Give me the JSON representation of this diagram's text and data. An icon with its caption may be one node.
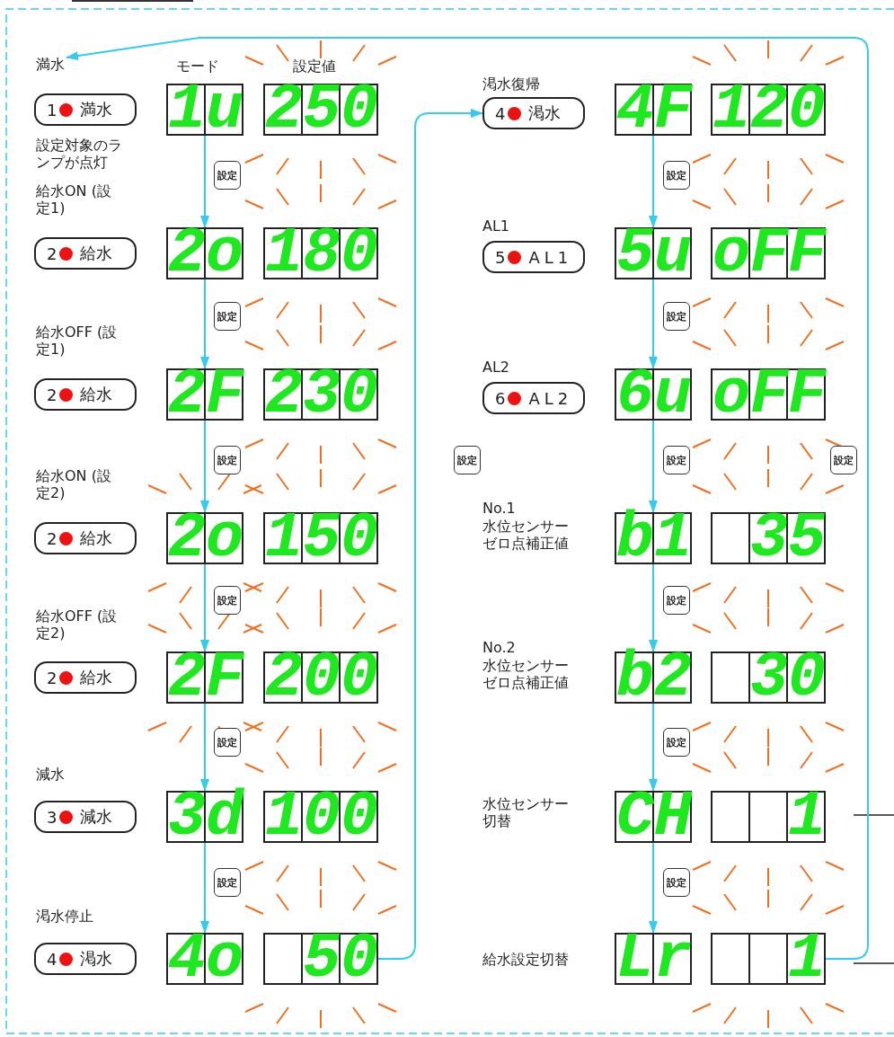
{
  "diagram": {
    "nodes": [
      {
        "text": [
          "満水"
        ]
      },
      {
        "text": [
          "1",
          "満水"
        ]
      },
      {
        "text": [
          "1u"
        ]
      },
      {
        "text": [
          "250"
        ]
      },
      {
        "text": [
          "2",
          "給水"
        ]
      },
      {
        "text": [
          "2o"
        ]
      },
      {
        "text": [
          "180"
        ]
      },
      {
        "text": [
          "2",
          "給水"
        ]
      },
      {
        "text": [
          "2F"
        ]
      },
      {
        "text": [
          "230"
        ]
      },
      {
        "text": [
          "2",
          "給水"
        ]
      },
      {
        "text": [
          "2o"
        ]
      },
      {
        "text": [
          "150"
        ]
      },
      {
        "text": [
          "2",
          "給水"
        ]
      },
      {
        "text": [
          "2F"
        ]
      },
      {
        "text": [
          "200"
        ]
      },
      {
        "text": [
          "3",
          "減水"
        ]
      },
      {
        "text": [
          "3d"
        ]
      },
      {
        "text": [
          "100"
        ]
      },
      {
        "text": [
          "4",
          "渇水"
        ]
      },
      {
        "text": [
          "4o"
        ]
      },
      {
        "text": [
          "50"
        ]
      },
      {
        "text": [
          "4",
          "渇水"
        ]
      },
      {
        "text": [
          "4F"
        ]
      },
      {
        "text": [
          "120"
        ]
      },
      {
        "text": [
          "5",
          "AL1"
        ]
      },
      {
        "text": [
          "5u"
        ]
      },
      {
        "text": [
          "oFF"
        ]
      },
      {
        "text": [
          "6",
          "AL2"
        ]
      },
      {
        "text": [
          "6u"
        ]
      },
      {
        "text": [
          "oFF"
        ]
      },
      {
        "text": [
          "b1"
        ]
      },
      {
        "text": [
          "35"
        ]
      },
      {
        "text": [
          "b2"
        ]
      },
      {
        "text": [
          "30"
        ]
      },
      {
        "text": [
          "CH"
        ]
      },
      {
        "text": [
          "1"
        ]
      },
      {
        "text": [
          "Lr"
        ]
      },
      {
        "text": [
          "1"
        ]
      }
    ],
    "edges": [
      {
        "from": 2,
        "to": 5,
        "arrow": "to"
      },
      {
        "from": 5,
        "to": 8,
        "arrow": "to"
      },
      {
        "from": 8,
        "to": 11,
        "arrow": "to"
      },
      {
        "from": 11,
        "to": 14,
        "arrow": "to"
      },
      {
        "from": 14,
        "to": 17,
        "arrow": "to"
      },
      {
        "from": 17,
        "to": 20,
        "arrow": "to"
      },
      {
        "from": 21,
        "to": 22,
        "arrow": "to"
      },
      {
        "from": 23,
        "to": 26,
        "arrow": "to"
      },
      {
        "from": 26,
        "to": 29,
        "arrow": "to"
      },
      {
        "from": 29,
        "to": 31,
        "arrow": "to"
      },
      {
        "from": 31,
        "to": 33,
        "arrow": "to"
      },
      {
        "from": 33,
        "to": 35,
        "arrow": "to"
      },
      {
        "from": 35,
        "to": 37,
        "arrow": "to"
      },
      {
        "from": 38,
        "to": 0,
        "arrow": "to"
      }
    ],
    "labels": [
      "モード",
      "設定値",
      "設定対象のランプが点灯",
      "設定",
      "給水ON (設定1)",
      "設定",
      "給水OFF (設定1)",
      "設定",
      "給水ON (設定2)",
      "設定",
      "給水OFF (設定2)",
      "設定",
      "減水",
      "設定",
      "渇水停止",
      "渇水復帰",
      "設定",
      "AL1",
      "設定",
      "AL2",
      "設定",
      "設定",
      "設定",
      "No.1",
      "水位センサーゼロ点補正値",
      "設定",
      "No.2",
      "水位センサーゼロ点補正値",
      "設定",
      "水位センサー切替",
      "設定",
      "給水設定切替"
    ]
  }
}
